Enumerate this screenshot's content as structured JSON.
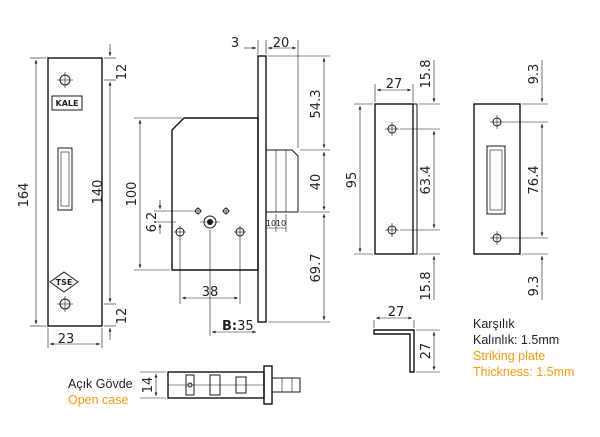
{
  "colors": {
    "line": "#1a1a1a",
    "accent": "#f39c12"
  },
  "faceplate": {
    "brand": "KALE",
    "cert": "TSE",
    "dims": {
      "height": "164",
      "inner": "140",
      "top": "12",
      "bottom": "12",
      "width": "23"
    }
  },
  "side": {
    "dims": {
      "d3": "3",
      "d20": "20",
      "d54": "54.3",
      "d40": "40",
      "d100": "100",
      "d62": "6.2",
      "d38": "38",
      "d697": "69.7",
      "d10a": "10",
      "d10b": "10",
      "b_label": "B:",
      "b_value": "35"
    }
  },
  "strike_side": {
    "dims": {
      "d27": "27",
      "d158a": "15.8",
      "d95": "95",
      "d634": "63.4",
      "d158b": "15.8"
    }
  },
  "strike_front": {
    "dims": {
      "d93a": "9.3",
      "d764": "76.4",
      "d93b": "9.3"
    }
  },
  "strike_bracket": {
    "dims": {
      "w": "27",
      "h": "27"
    }
  },
  "open_case": {
    "dim": "14",
    "label_tr": "Açık Gövde",
    "label_en": "Open case"
  },
  "strike_info": {
    "title": "Karşılık",
    "thickness_tr": "Kalınlık: 1.5mm",
    "title_en": "Striking plate",
    "thickness_en": "Thickness: 1.5mm"
  }
}
